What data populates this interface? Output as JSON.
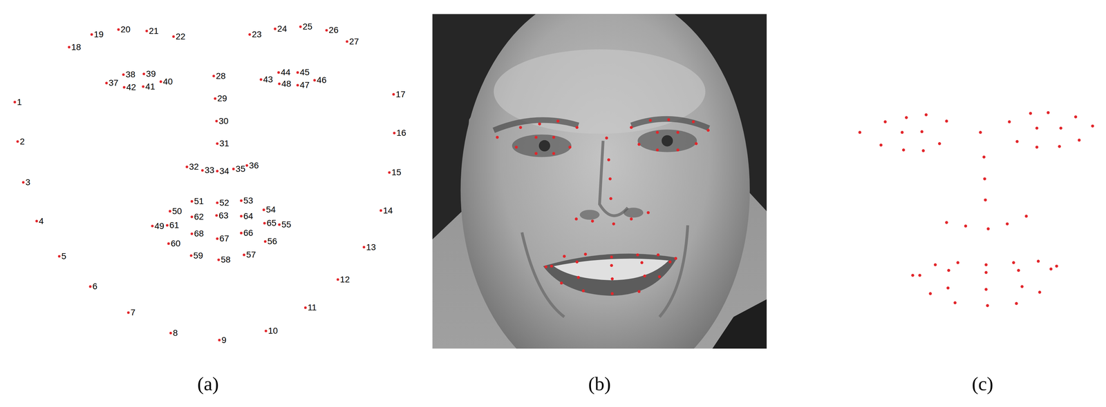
{
  "diagram": {
    "labels": [
      "1",
      "2",
      "3",
      "4",
      "5",
      "6",
      "7",
      "8",
      "9",
      "10",
      "11",
      "12",
      "13",
      "14",
      "15",
      "16",
      "17",
      "18",
      "19",
      "20",
      "21",
      "22",
      "23",
      "24",
      "25",
      "26",
      "27",
      "28",
      "29",
      "30",
      "31",
      "32",
      "33",
      "34",
      "35",
      "36",
      "37",
      "38",
      "39",
      "40",
      "41",
      "42",
      "43",
      "44",
      "45",
      "46",
      "47",
      "48",
      "49",
      "50",
      "51",
      "52",
      "53",
      "54",
      "55",
      "56",
      "57",
      "58",
      "59",
      "60",
      "61",
      "62",
      "63",
      "64",
      "65",
      "66",
      "67",
      "68",
      "(a)",
      "(b)",
      "(c)"
    ]
  }
}
